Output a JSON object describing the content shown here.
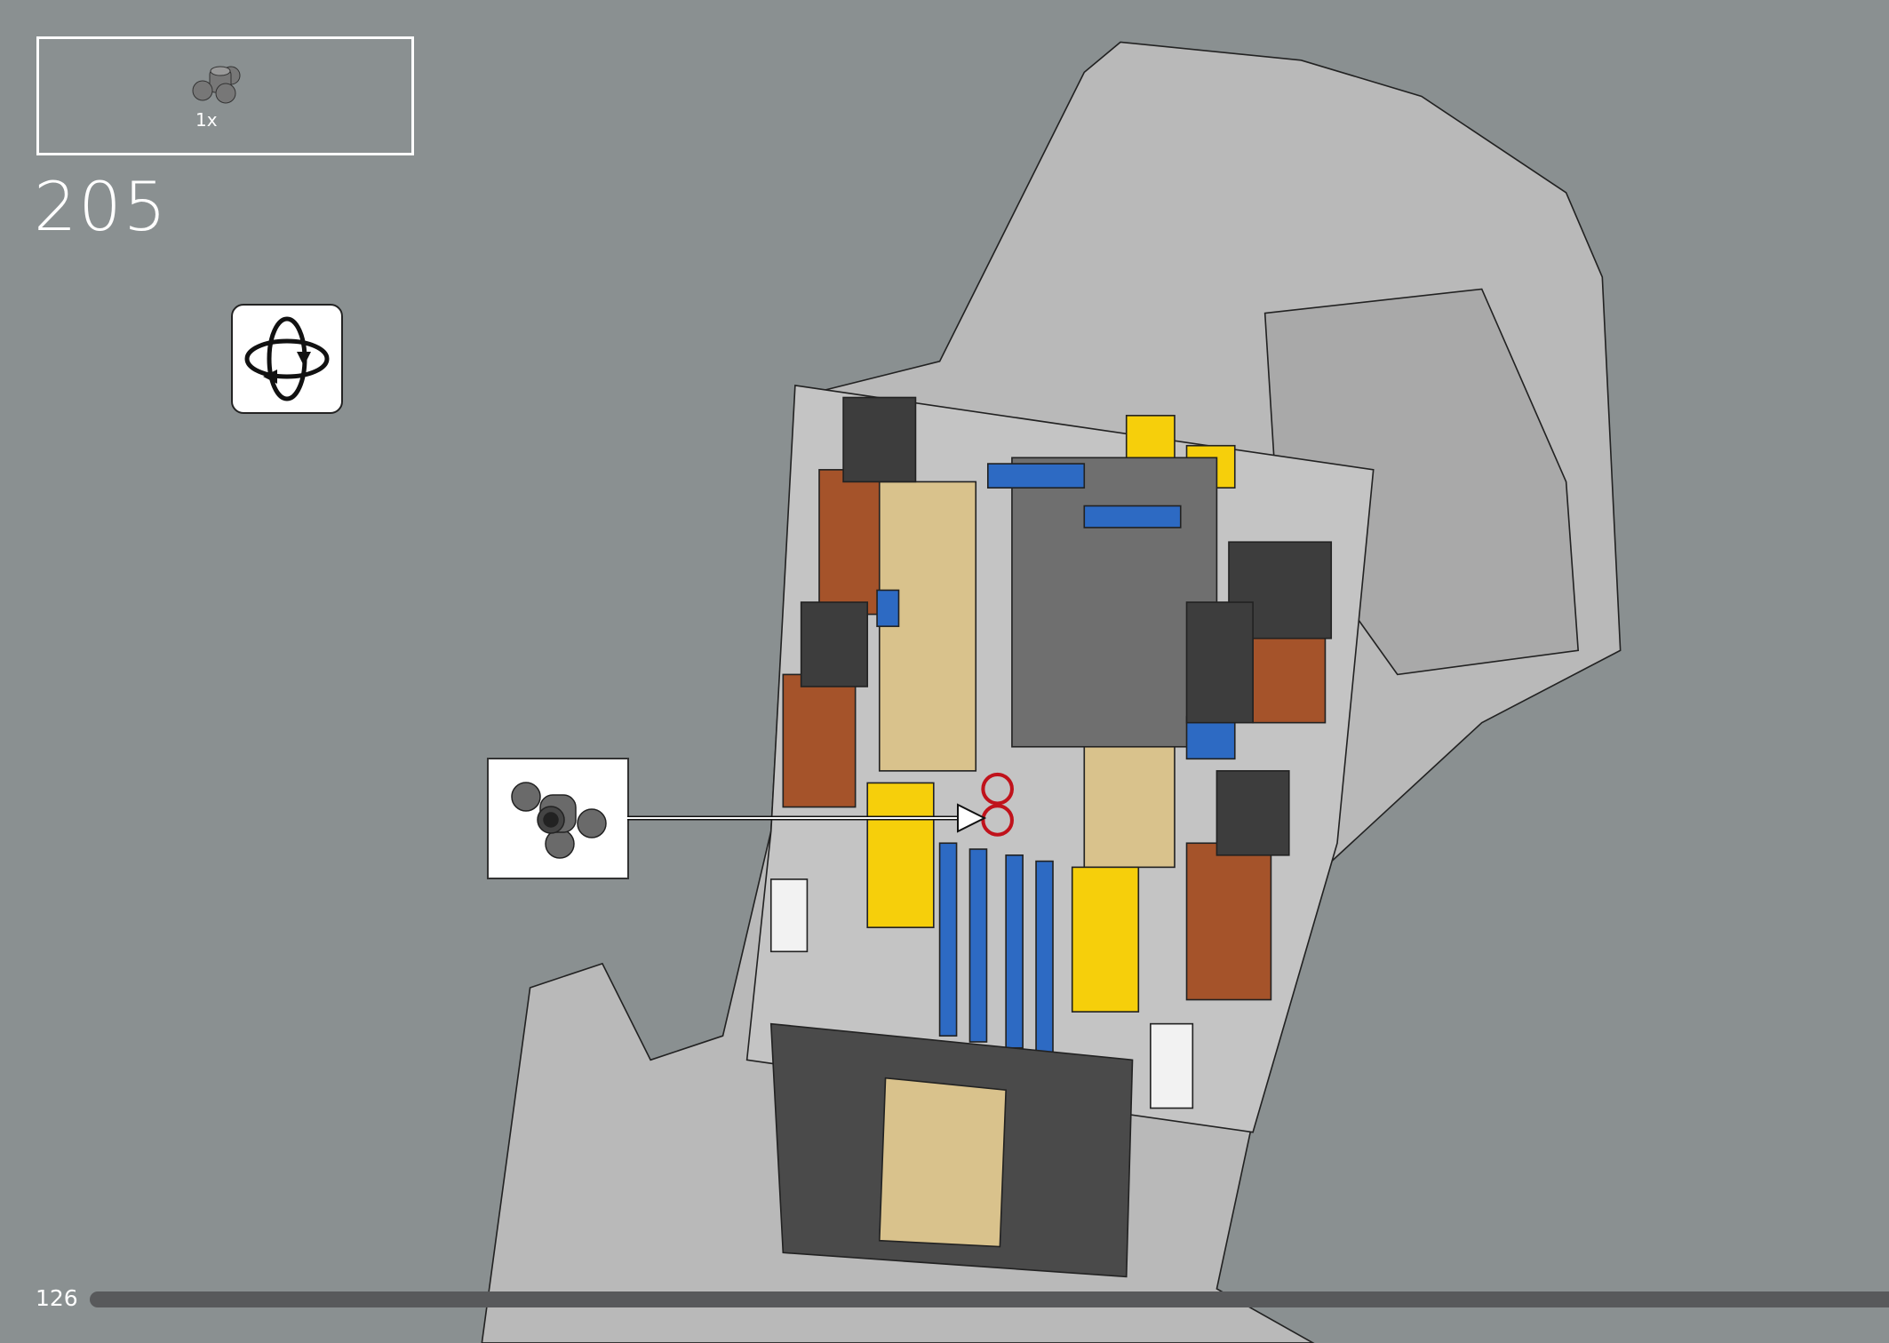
{
  "step": {
    "number": "205"
  },
  "parts_list": {
    "items": [
      {
        "icon": "ball-joint-connector-icon",
        "quantity": "1x"
      }
    ]
  },
  "rotate_indicator": {
    "icon": "rotate-model-icon"
  },
  "callout": {
    "icon": "ball-joint-connector-icon"
  },
  "page": {
    "number": "126",
    "progress_fraction": 1.0
  },
  "colors": {
    "background": "#8a9091",
    "progress": "#58595b",
    "highlight": "#c0121b"
  }
}
